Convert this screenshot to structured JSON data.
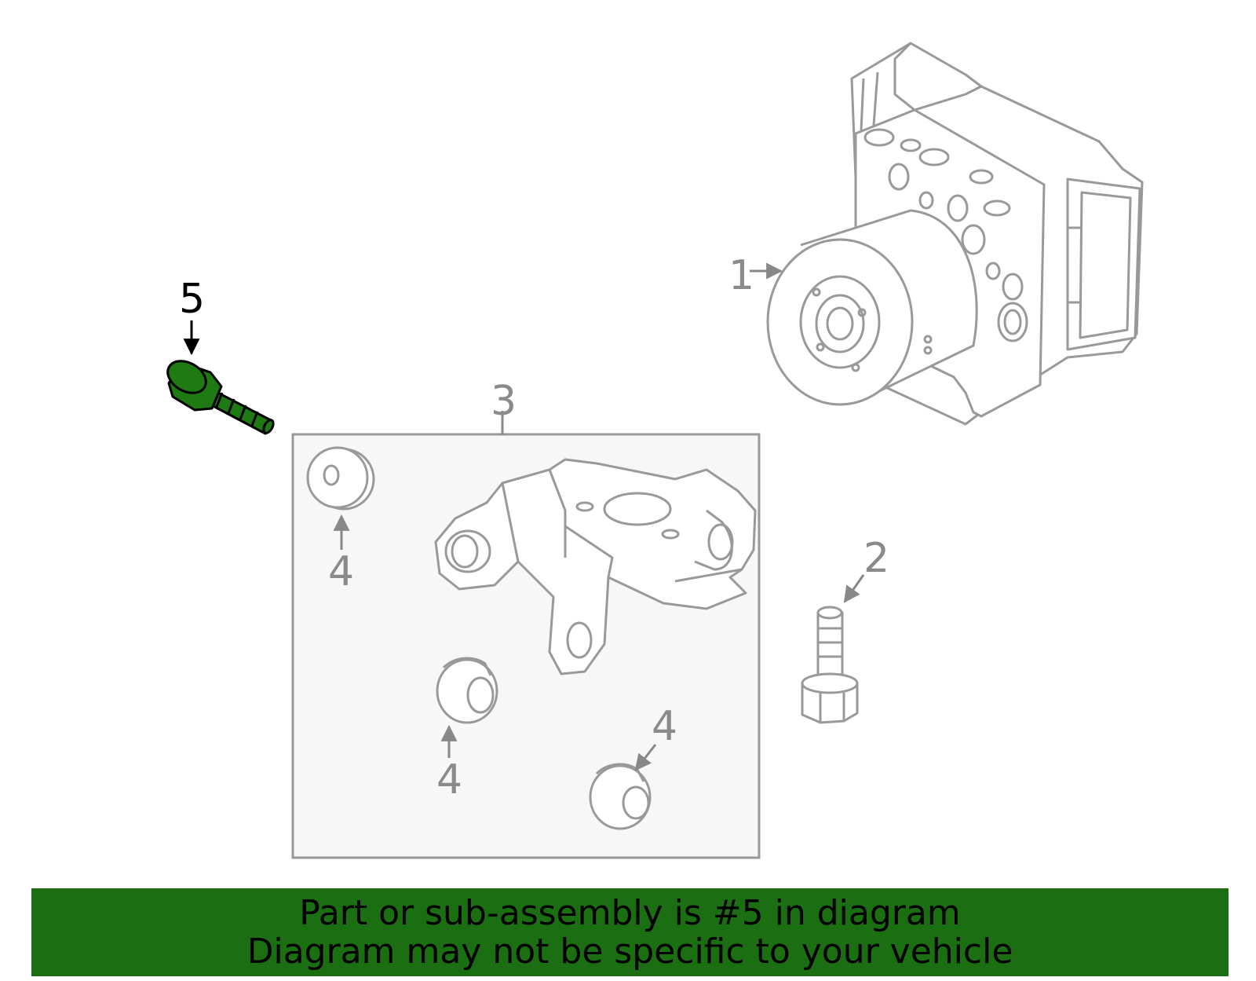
{
  "diagram": {
    "callouts": {
      "part1": "1",
      "part2": "2",
      "part3": "3",
      "part4a": "4",
      "part4b": "4",
      "part4c": "4",
      "part5": "5"
    },
    "highlighted_part": "5"
  },
  "banner": {
    "line1": "Part or sub-assembly is #5 in diagram",
    "line2": "Diagram may not be specific to your vehicle"
  },
  "colors": {
    "highlight_fill": "#1f7a14",
    "banner_background": "#1b6e12",
    "outline_gray": "#999999",
    "callout_gray": "#8a8a8a",
    "panel_fill": "#f7f7f7"
  }
}
